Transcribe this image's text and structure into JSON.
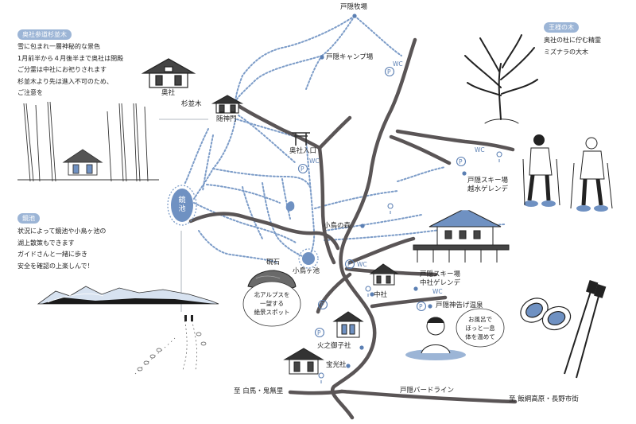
{
  "places": {
    "togakushi_bokujo": "戸隠牧場",
    "togakushi_camp": "戸隠キャンプ場",
    "okusha": "奥社",
    "suginamiki": "杉並木",
    "zuijinmon": "随神門",
    "okusha_iriguchi": "奥社入口",
    "kagami_ike": "鏡池",
    "kotori_no_mori": "小鳥の森",
    "tsuzuri_ishi": "硯石",
    "kotorigaike": "小鳥ヶ池",
    "ski_koshimizu_1": "戸隠スキー場",
    "ski_koshimizu_2": "越水ゲレンデ",
    "ski_chusha_1": "戸隠スキー場",
    "ski_chusha_2": "中社ゲレンデ",
    "chusha": "中社",
    "onsen": "戸隠神告げ温泉",
    "hinomiko": "火之御子社",
    "hokosha": "宝光社",
    "to_hakuba": "至 白馬・鬼無里",
    "birdline": "戸隠バードライン",
    "to_nagano": "至 飯綱高原・長野市街"
  },
  "markers": {
    "wc": "WC",
    "parking": "P"
  },
  "info_suginamiki": {
    "title": "奥社参道杉並木",
    "lines": [
      "雪に包まれ一層神秘的な景色",
      "1月前半から４月後半まで奥社は閉殿",
      "ご分霊は中社にお祀りされます",
      "杉並木より先は進入不可のため、",
      "ご注意を"
    ]
  },
  "info_kagami": {
    "title": "鏡池",
    "lines": [
      "状況によって鏡池や小鳥ヶ池の",
      "湖上散策もできます",
      "ガイドさんと一緒に歩き",
      "安全を確認の上楽しんで！"
    ]
  },
  "info_king_tree": {
    "title": "王様の木",
    "lines": [
      "奥社の杜に佇む精霊",
      "ミズナラの大木"
    ]
  },
  "bubble_tsuzuri": [
    "北アルプスを",
    "一望する",
    "絶景スポット"
  ],
  "bubble_onsen": [
    "お風呂で",
    "ほっと一息",
    "体を温めて"
  ],
  "colors": {
    "road": "#5a5556",
    "trail": "#7c9cc8",
    "accent": "#9cb5d6",
    "water": "#6f91c2"
  }
}
